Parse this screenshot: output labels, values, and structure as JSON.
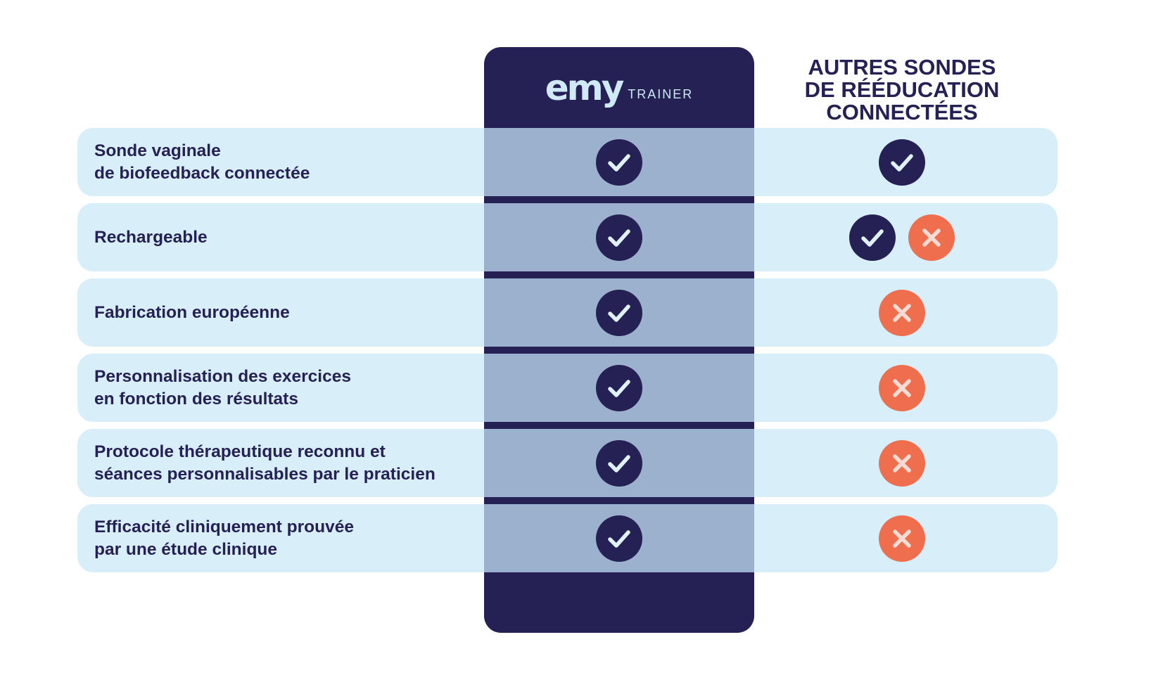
{
  "brand": {
    "logo_word": "emy",
    "logo_sub": "TRAINER"
  },
  "other_header": {
    "lines": [
      "AUTRES SONDES",
      "DE RÉÉDUCATION",
      "CONNECTÉES"
    ]
  },
  "colors": {
    "navy": "#252154",
    "row_bg": "#d8eef9",
    "emy_cell_bg": "#9cb1ce",
    "logo": "#cfe9f7",
    "cross": "#ee6e4e"
  },
  "rows": [
    {
      "label_lines": [
        "Sonde vaginale",
        "de biofeedback connectée"
      ],
      "emy": "check",
      "other": [
        "check"
      ]
    },
    {
      "label_lines": [
        "Rechargeable"
      ],
      "emy": "check",
      "other": [
        "check",
        "cross"
      ]
    },
    {
      "label_lines": [
        "Fabrication européenne"
      ],
      "emy": "check",
      "other": [
        "cross"
      ]
    },
    {
      "label_lines": [
        "Personnalisation des exercices",
        "en fonction des résultats"
      ],
      "emy": "check",
      "other": [
        "cross"
      ]
    },
    {
      "label_lines": [
        "Protocole thérapeutique reconnu et",
        "séances personnalisables par le praticien"
      ],
      "emy": "check",
      "other": [
        "cross"
      ]
    },
    {
      "label_lines": [
        "Efficacité cliniquement prouvée",
        "par une étude clinique"
      ],
      "emy": "check",
      "other": [
        "cross"
      ]
    }
  ]
}
